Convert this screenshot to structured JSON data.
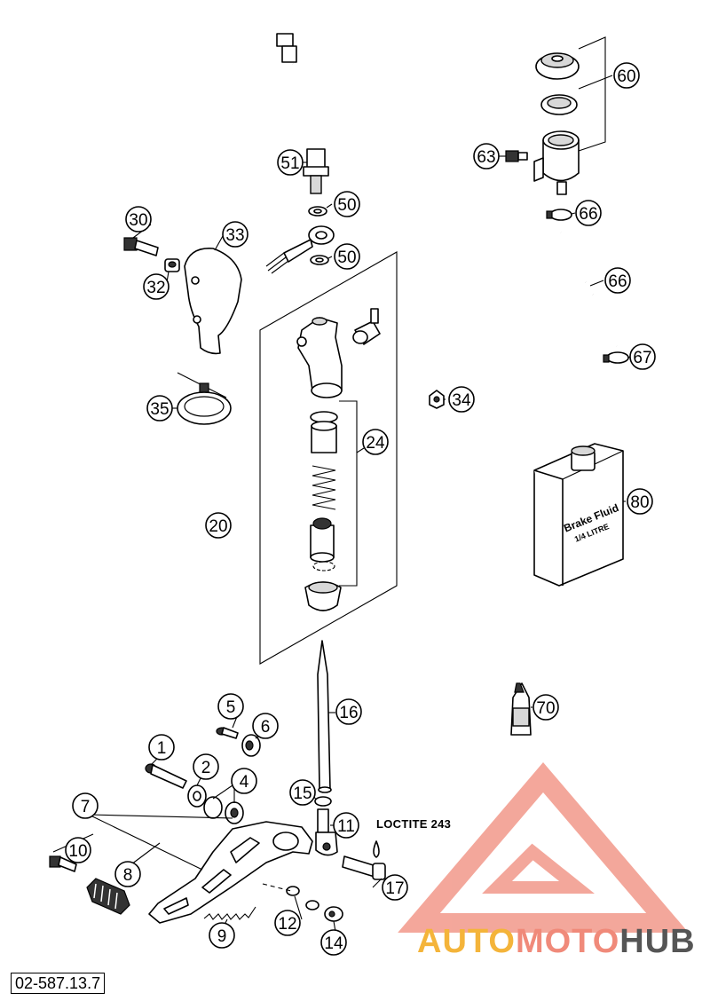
{
  "drawing_code": "02-587.13.7",
  "note_loctite": "LOCTITE 243",
  "fluid_can": {
    "line1": "Brake Fluid",
    "line2": "1/4 LITRE"
  },
  "watermark": {
    "part1": "AUTO",
    "part2": "MOTO",
    "part3": "HUB",
    "colors": [
      "#f4b43a",
      "#f08a7a",
      "#555555"
    ]
  },
  "callouts": [
    "1",
    "2",
    "4",
    "5",
    "6",
    "7",
    "8",
    "9",
    "10",
    "11",
    "12",
    "14",
    "15",
    "16",
    "17",
    "20",
    "24",
    "30",
    "32",
    "33",
    "34",
    "35",
    "50",
    "50",
    "51",
    "60",
    "63",
    "66",
    "66",
    "67",
    "70",
    "80"
  ]
}
